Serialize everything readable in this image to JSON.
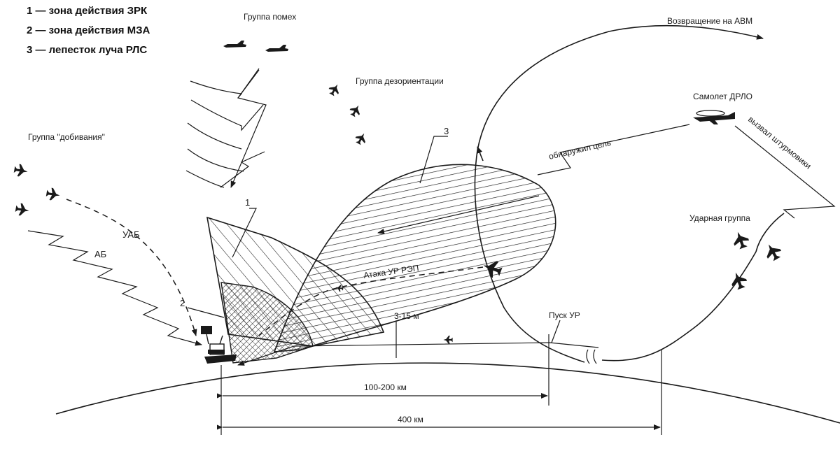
{
  "legend": {
    "item1": "1 — зона действия ЗРК",
    "item2": "2 — зона действия МЗА",
    "item3": "3 — лепесток луча РЛС"
  },
  "labels": {
    "jamming_group": "Группа помех",
    "return": "Возвращение на АВМ",
    "disorientation_group": "Группа дезориентации",
    "awacs": "Самолет ДРЛО",
    "finishing_group": "Группа \"добивания\"",
    "detected_target": "обнаружил цель",
    "called_strike": "вызвал штурмовики",
    "strike_group": "Ударная группа",
    "uab": "УАБ",
    "ab": "АБ",
    "attack_ur_rep": "Атака УР РЭП",
    "altitude": "3-15 м",
    "launch_ur": "Пуск УР",
    "dist_100_200": "100-200 км",
    "dist_400": "400 км",
    "zone_num_1": "1",
    "zone_num_2": "2",
    "zone_num_3": "3"
  },
  "colors": {
    "ink": "#1a1a1a",
    "background": "#ffffff"
  }
}
